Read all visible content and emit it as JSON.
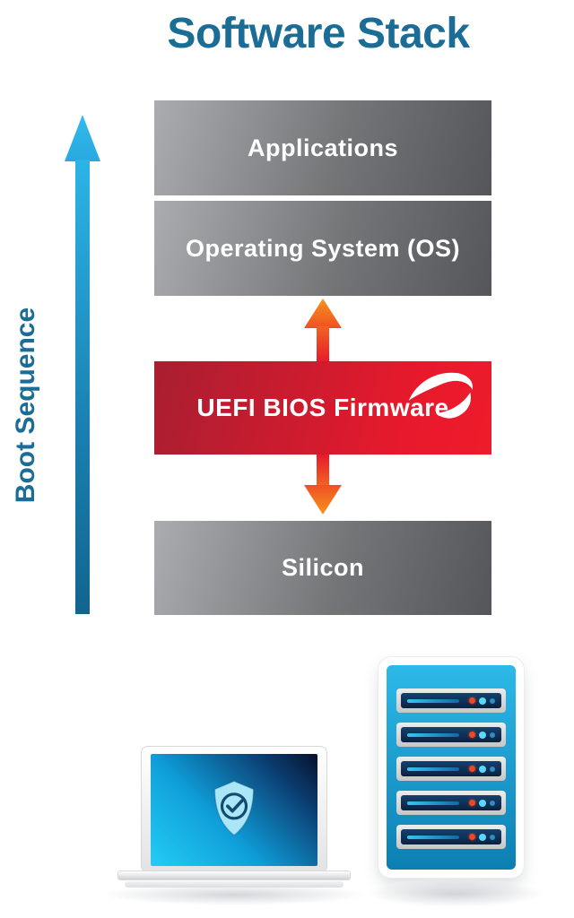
{
  "title": "Software Stack",
  "boot_axis": {
    "label": "Boot Sequence"
  },
  "layers": [
    {
      "id": "applications",
      "label": "Applications",
      "style": "gray"
    },
    {
      "id": "os",
      "label": "Operating System (OS)",
      "style": "gray"
    },
    {
      "id": "firmware",
      "label": "UEFI BIOS Firmware",
      "style": "red"
    },
    {
      "id": "silicon",
      "label": "Silicon",
      "style": "gray"
    }
  ],
  "icons": {
    "boot_sequence_arrow": "up-arrow",
    "os_firmware_link": "up-arrow",
    "firmware_silicon_link": "down-arrow",
    "firmware_logo": "phoenix-swoosh",
    "laptop": "laptop-with-shield-check",
    "shield": "shield-check",
    "server": "server-rack-5-units",
    "server_leds": [
      "red-led",
      "cyan-led",
      "dim-led"
    ]
  },
  "colors": {
    "title_text": "#1b6d96",
    "boot_label_text": "#1b6d96",
    "bar_text": "#ffffff",
    "gray_bar_gradient": [
      "#aaacaf",
      "#55565a"
    ],
    "red_bar_gradient": [
      "#a81e31",
      "#ed1c2b"
    ],
    "link_arrow_gradient": [
      "#e8192c",
      "#f7941d"
    ],
    "boot_arrow_gradient": [
      "#2cb4e6",
      "#11658f"
    ],
    "laptop_screen_gradient": [
      "#23cdf5",
      "#06102c"
    ],
    "shield_fill": "#a9e6f8",
    "shield_mark": "#124a70",
    "server_panel_gradient": [
      "#2db9e9",
      "#0c7fb2"
    ],
    "server_bay_navy": [
      "#15416e",
      "#0a2140"
    ],
    "led_red": "#ee4723",
    "led_cyan": "#5cd9f9",
    "led_dim": "#2b8fc5"
  }
}
